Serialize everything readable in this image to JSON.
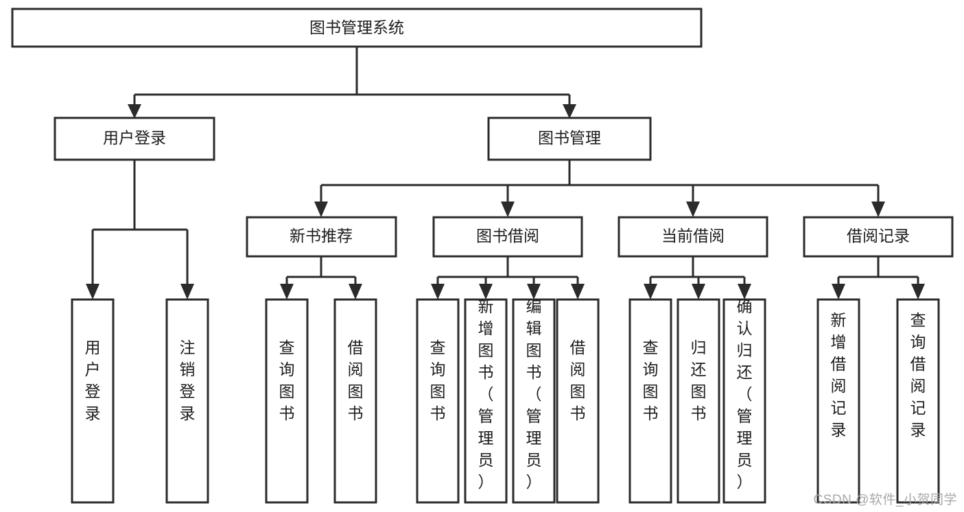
{
  "diagram": {
    "title": "图书管理系统",
    "type": "tree-hierarchy",
    "watermark": "CSDN @软件_小贺同学",
    "colors": {
      "stroke": "#2b2b2b",
      "fill": "#ffffff",
      "text": "#1c1c1c",
      "watermark": "#a8a8a8",
      "background": "#ffffff"
    },
    "root": {
      "label": "图书管理系统"
    },
    "level2": [
      {
        "label": "用户登录"
      },
      {
        "label": "图书管理"
      }
    ],
    "level3": [
      {
        "label": "新书推荐"
      },
      {
        "label": "图书借阅"
      },
      {
        "label": "当前借阅"
      },
      {
        "label": "借阅记录"
      }
    ],
    "leaves": {
      "user_login": [
        {
          "label": "用户登录"
        },
        {
          "label": "注销登录"
        }
      ],
      "new_book_recommend": [
        {
          "label": "查询图书"
        },
        {
          "label": "借阅图书"
        }
      ],
      "book_borrow": [
        {
          "label": "查询图书"
        },
        {
          "label": "新增图书（管理员）"
        },
        {
          "label": "编辑图书（管理员）"
        },
        {
          "label": "借阅图书"
        }
      ],
      "current_borrow": [
        {
          "label": "查询图书"
        },
        {
          "label": "归还图书"
        },
        {
          "label": "确认归还（管理员）"
        }
      ],
      "borrow_record": [
        {
          "label": "新增借阅记录"
        },
        {
          "label": "查询借阅记录"
        }
      ]
    }
  }
}
